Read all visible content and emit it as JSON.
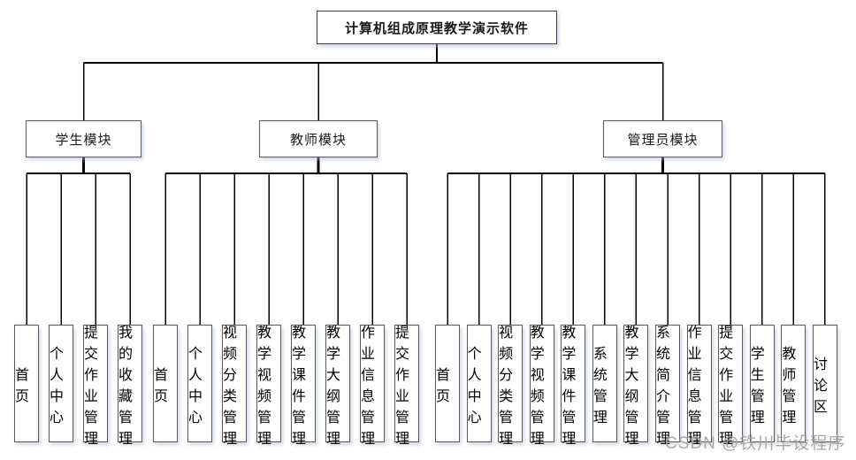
{
  "diagram": {
    "title": "计算机组成原理教学演示软件",
    "modules": [
      {
        "label": "学生模块",
        "leaves": [
          "首页",
          "个人中心",
          "提交作业管理",
          "我的收藏管理"
        ]
      },
      {
        "label": "教师模块",
        "leaves": [
          "首页",
          "个人中心",
          "视频分类管理",
          "教学视频管理",
          "教学课件管理",
          "教学大纲管理",
          "作业信息管理",
          "提交作业管理"
        ]
      },
      {
        "label": "管理员模块",
        "leaves": [
          "首页",
          "个人中心",
          "视频分类管理",
          "教学视频管理",
          "教学课件管理",
          "系统管理",
          "教学大纲管理",
          "系统简介管理",
          "作业信息管理",
          "提交作业管理",
          "学生管理",
          "教师管理",
          "讨论区"
        ]
      }
    ]
  },
  "watermark": "CSDN @铁川毕设程序",
  "colors": {
    "line": "#000000",
    "box_border": "#595959",
    "text": "#1a1a1a",
    "watermark": "#a0a0a0",
    "background": "#ffffff"
  }
}
